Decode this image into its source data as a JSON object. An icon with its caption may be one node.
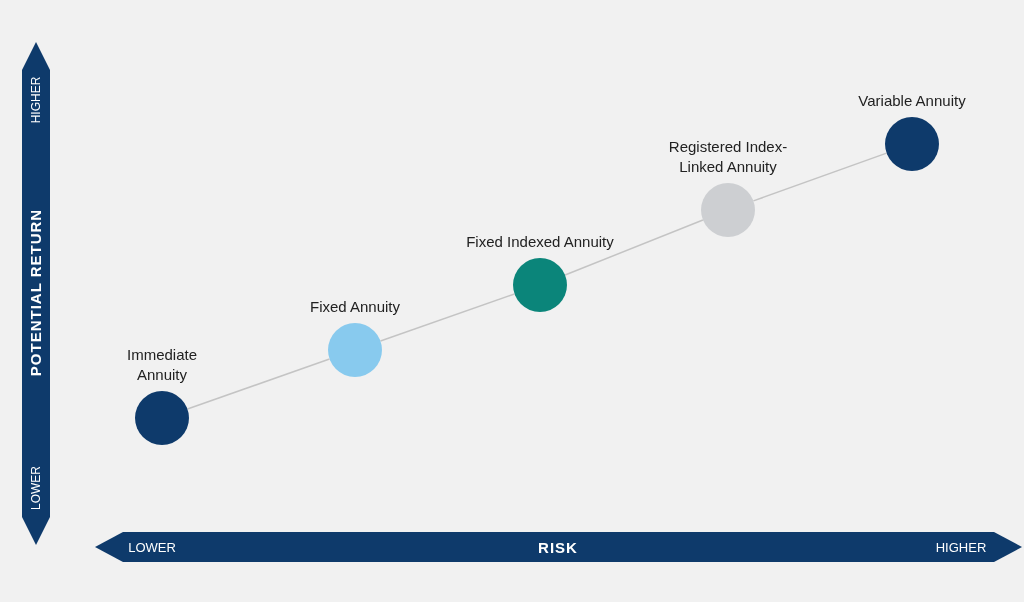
{
  "diagram": {
    "nodes": [
      {
        "text": [
          "Immediate Annuity"
        ]
      },
      {
        "text": [
          "Fixed Annuity"
        ]
      },
      {
        "text": [
          "Fixed Indexed Annuity"
        ]
      },
      {
        "text": [
          "Registered Index-Linked Annuity"
        ]
      },
      {
        "text": [
          "Variable Annuity"
        ]
      }
    ],
    "edges": [
      {
        "from": 0,
        "to": 1,
        "arrow": "none"
      },
      {
        "from": 1,
        "to": 2,
        "arrow": "none"
      },
      {
        "from": 2,
        "to": 3,
        "arrow": "none"
      },
      {
        "from": 3,
        "to": 4,
        "arrow": "none"
      }
    ],
    "labels": [
      "HIGHER",
      "POTENTIAL RETURN",
      "LOWER",
      "LOWER",
      "RISK",
      "HIGHER"
    ]
  }
}
